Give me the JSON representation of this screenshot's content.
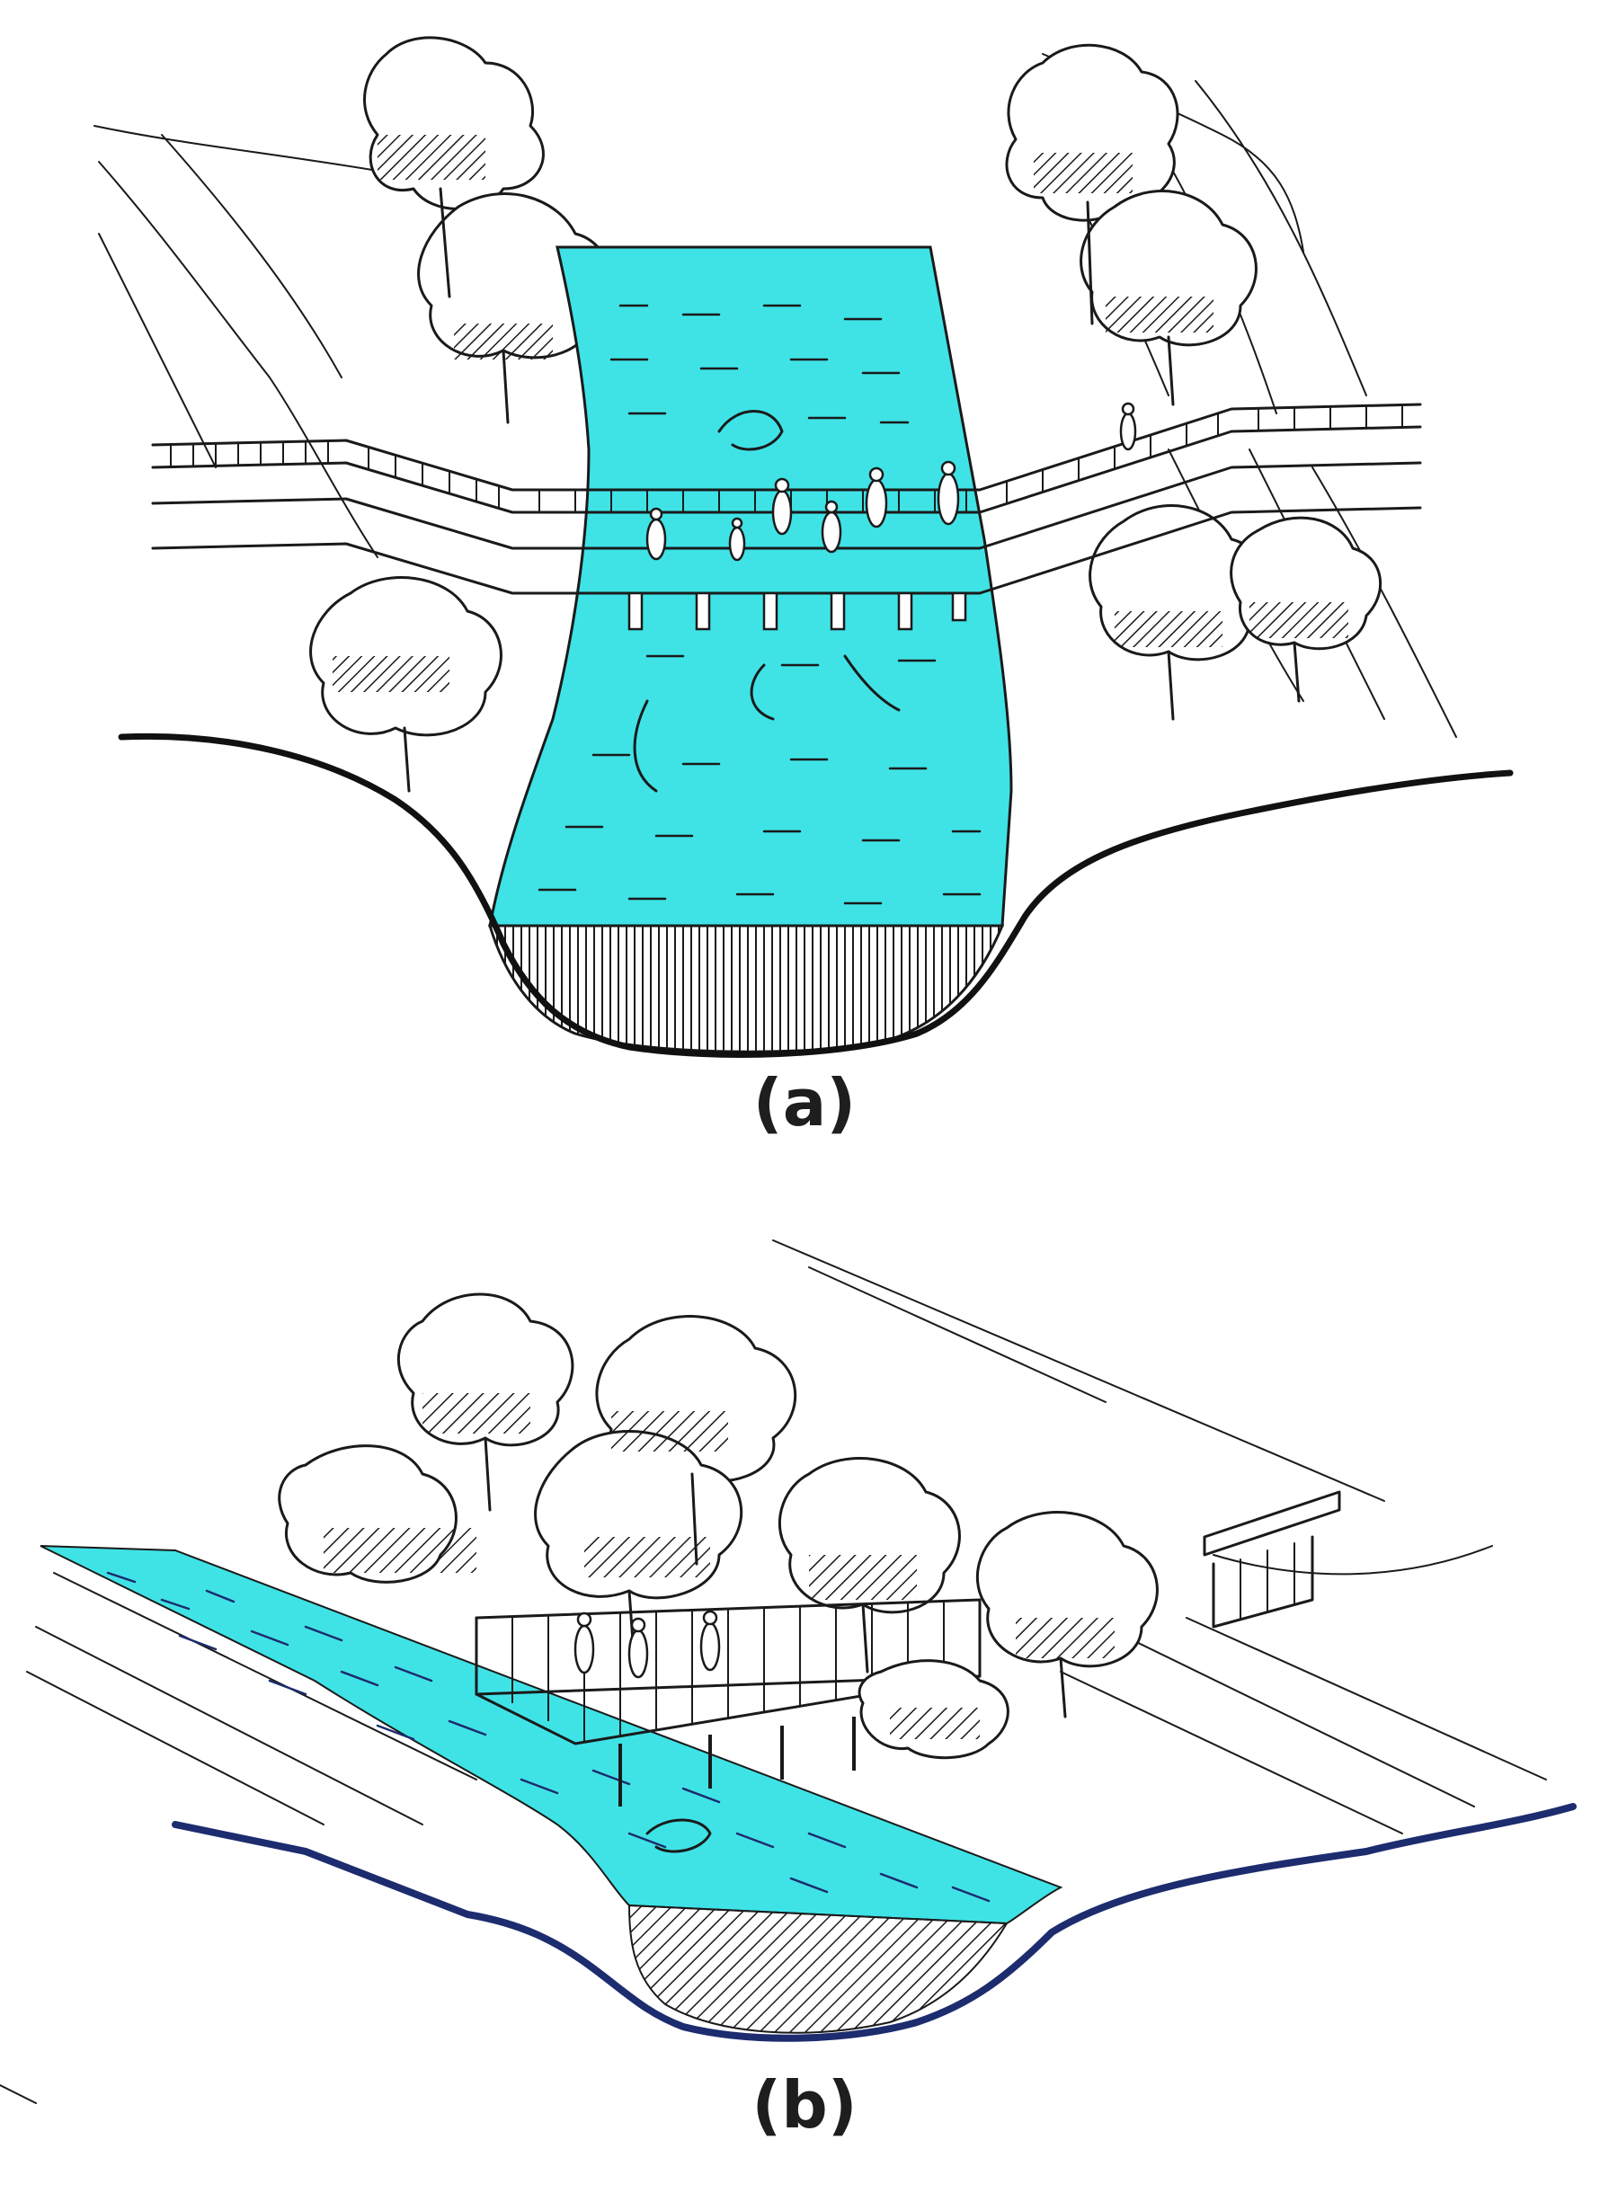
{
  "figure": {
    "panels": [
      {
        "id": "a",
        "label": "(a)"
      },
      {
        "id": "b",
        "label": "(b)"
      }
    ],
    "colors": {
      "water": "#3fe3e6",
      "ink": "#1a1a1a",
      "bank_outline_b": "#1c2c6e",
      "background": "#ffffff"
    }
  }
}
